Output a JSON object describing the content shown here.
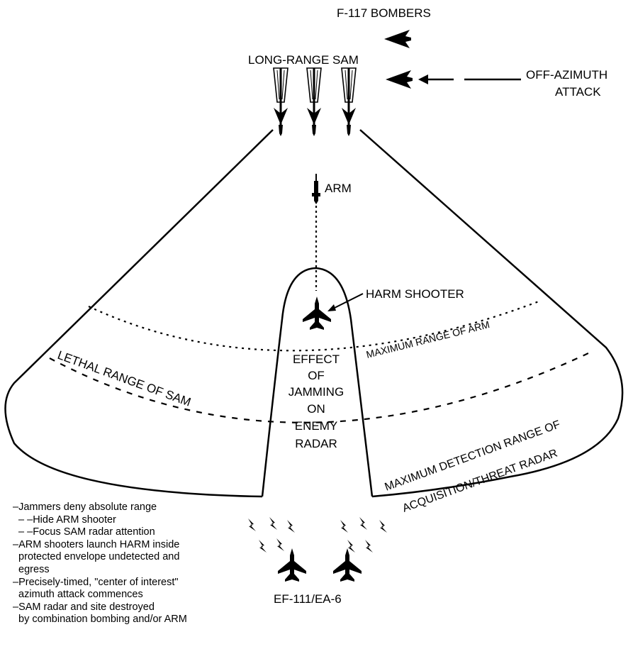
{
  "labels": {
    "bombers": "F-117 BOMBERS",
    "sam": "LONG-RANGE SAM",
    "off_azimuth_line1": "OFF-AZIMUTH",
    "off_azimuth_line2": "ATTACK",
    "arm": "ARM",
    "harm_shooter": "HARM SHOOTER",
    "max_range_arm": "MAXIMUM RANGE OF ARM",
    "lethal_range_sam": "LETHAL RANGE OF SAM",
    "effect_line1": "EFFECT",
    "effect_line2": "OF",
    "effect_line3": "JAMMING",
    "effect_line4": "ON",
    "effect_line5": "ENEMY",
    "effect_line6": "RADAR",
    "max_detection_line1": "MAXIMUM DETECTION RANGE OF",
    "max_detection_line2": "ACQUISITION/THREAT RADAR",
    "jammers": "EF-111/EA-6"
  },
  "notes": [
    "–Jammers deny absolute range",
    "  – –Hide ARM shooter",
    "  – –Focus SAM radar attention",
    "–ARM shooters launch HARM inside",
    "  protected envelope undetected and",
    "  egress",
    "–Precisely-timed, \"center of interest\"",
    "  azimuth attack commences",
    "–SAM radar and site destroyed",
    "  by combination bombing and/or ARM"
  ],
  "icons": {
    "bomber": "stealth-bomber-icon",
    "missile": "sam-missile-icon",
    "fighter": "fighter-jet-icon",
    "jamming": "lightning-bolt-icon"
  }
}
